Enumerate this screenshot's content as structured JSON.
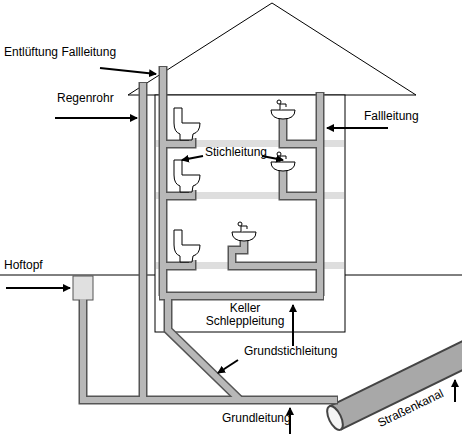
{
  "diagram": {
    "labels": [
      "Entlüftung Fallleitung",
      "Regenrohr",
      "Fallleitung",
      "Stichleitung",
      "Hoftopf",
      "Keller Schleppleitung",
      "Grundstichleitung",
      "Grundleitung",
      "Straßenkanal"
    ]
  }
}
